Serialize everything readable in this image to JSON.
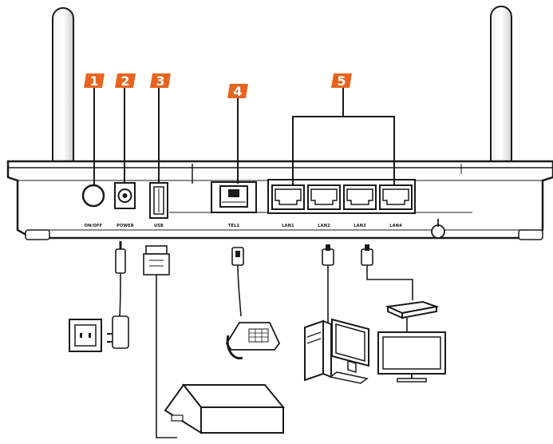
{
  "callouts": [
    "1",
    "2",
    "3",
    "4",
    "5"
  ],
  "ports": {
    "onoff": "ON/OFF",
    "power": "POWER",
    "usb": "USB",
    "tel": "TEL1",
    "lan1": "LAN1",
    "lan2": "LAN2",
    "lan3": "LAN3",
    "lan4": "LAN4"
  },
  "colors": {
    "callout": "#e8641e",
    "line": "#1a1a1a",
    "device_fill": "#ffffff"
  }
}
